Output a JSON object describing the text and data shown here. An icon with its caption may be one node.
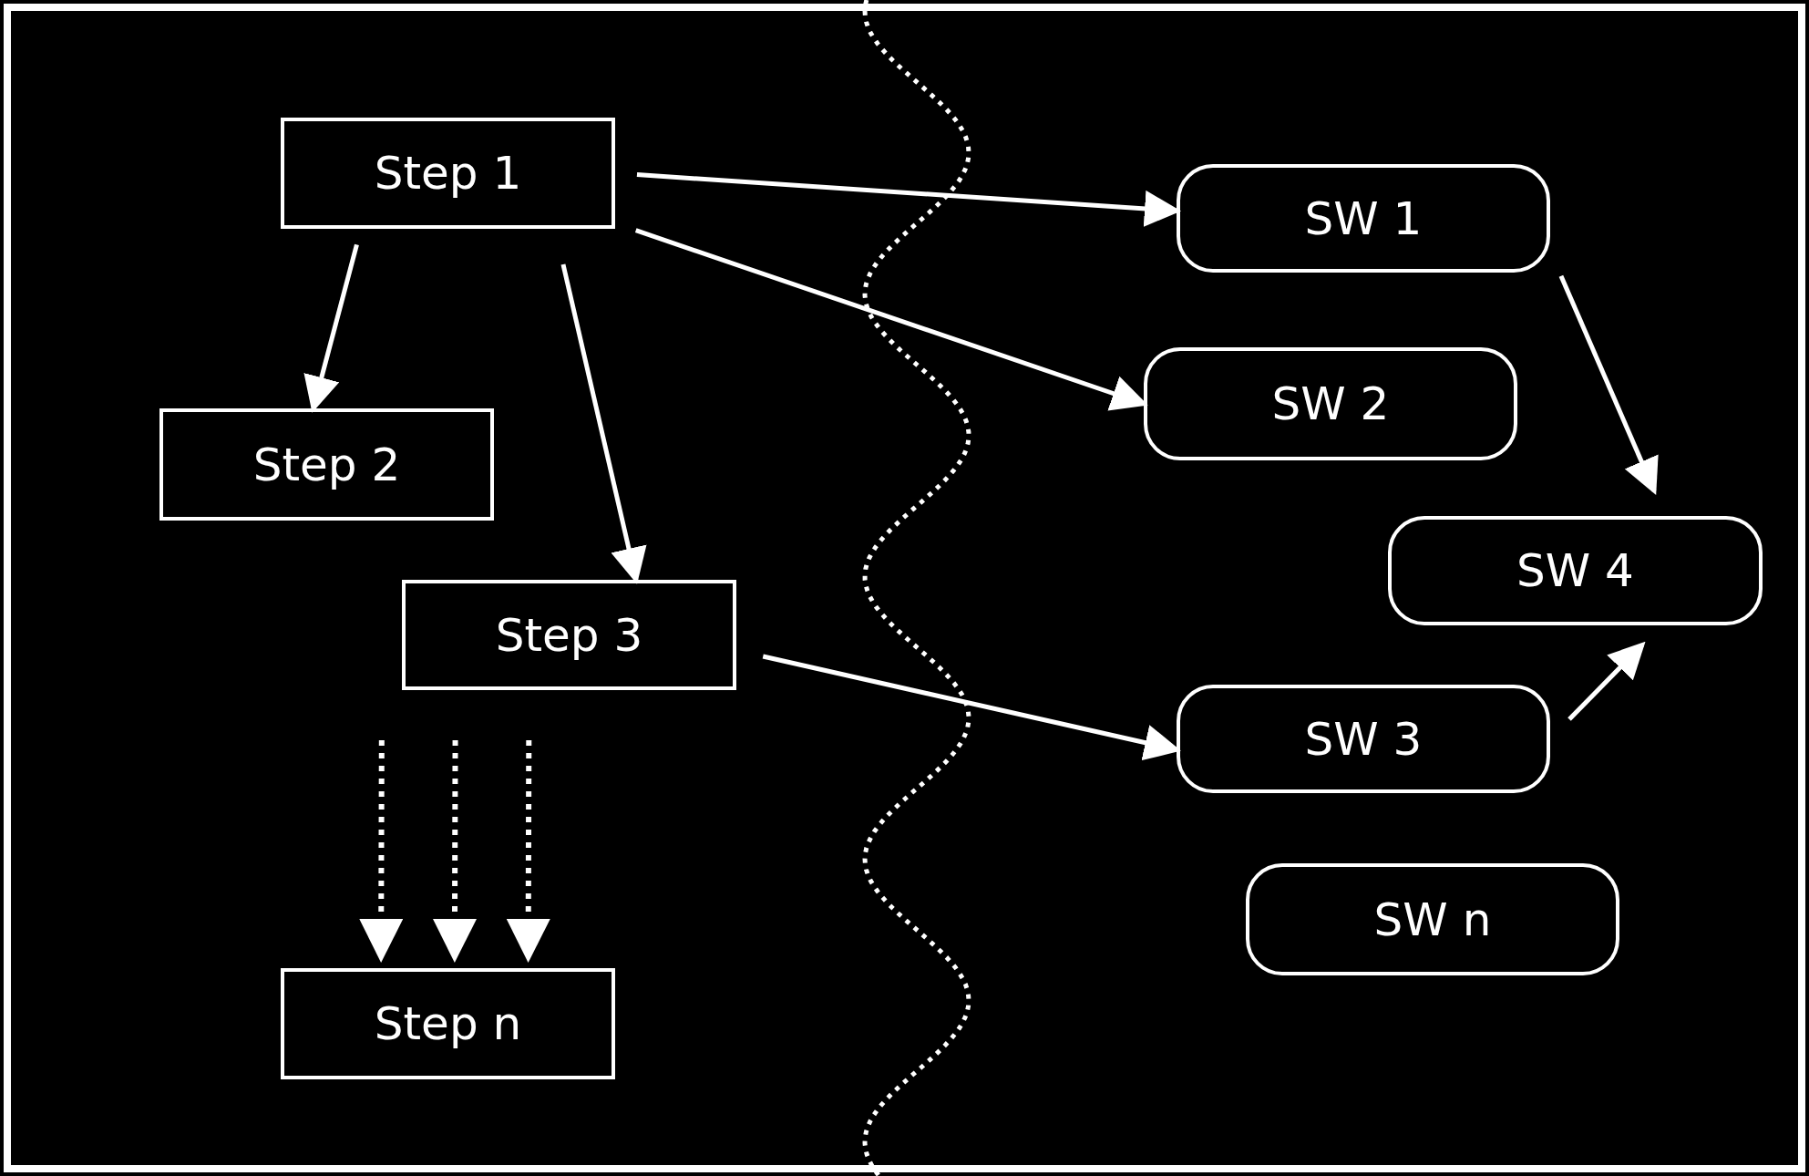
{
  "diagram": {
    "nodes": [
      {
        "text": [
          "Step 1"
        ]
      },
      {
        "text": [
          "Step 2"
        ]
      },
      {
        "text": [
          "Step 3"
        ]
      },
      {
        "text": [
          "Step n"
        ]
      },
      {
        "text": [
          "SW 1"
        ]
      },
      {
        "text": [
          "SW 2"
        ]
      },
      {
        "text": [
          "SW 4"
        ]
      },
      {
        "text": [
          "SW 3"
        ]
      },
      {
        "text": [
          "SW n"
        ]
      }
    ],
    "edges": [
      {
        "from": 0,
        "to": 4,
        "arrow": "to"
      },
      {
        "from": 0,
        "to": 5,
        "arrow": "to"
      },
      {
        "from": 0,
        "to": 1,
        "arrow": "to"
      },
      {
        "from": 0,
        "to": 2,
        "arrow": "to"
      },
      {
        "from": 2,
        "to": 7,
        "arrow": "to"
      },
      {
        "from": 4,
        "to": 6,
        "arrow": "to"
      },
      {
        "from": 7,
        "to": 6,
        "arrow": "to"
      },
      {
        "from": 2,
        "to": 3,
        "arrow": "to",
        "style": "dashed"
      },
      {
        "from": 2,
        "to": 3,
        "arrow": "to",
        "style": "dashed"
      },
      {
        "from": 2,
        "to": 3,
        "arrow": "to",
        "style": "dashed"
      }
    ]
  }
}
